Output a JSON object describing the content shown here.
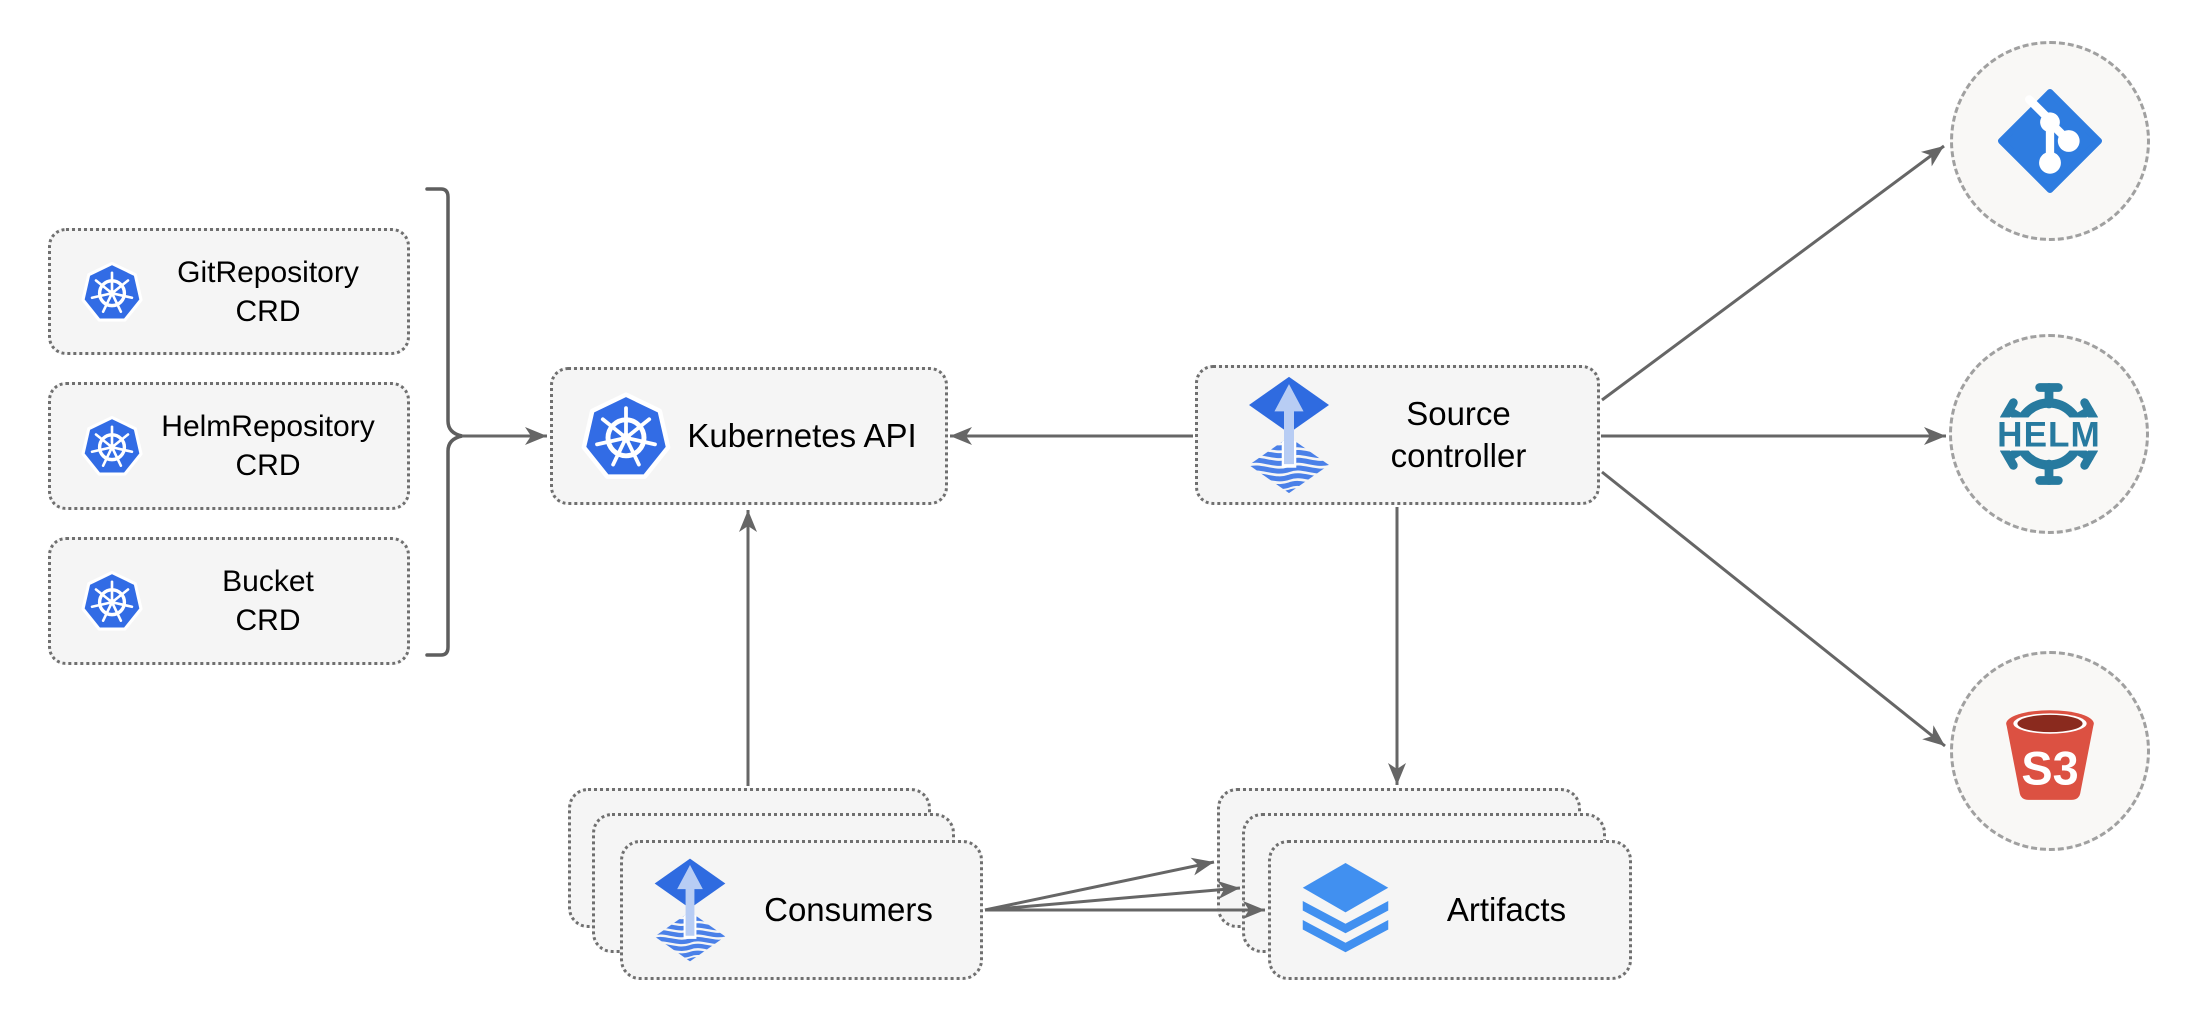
{
  "diagram": {
    "nodes": {
      "crds": [
        {
          "line1": "GitRepository",
          "line2": "CRD",
          "icon": "kubernetes-icon"
        },
        {
          "line1": "HelmRepository",
          "line2": "CRD",
          "icon": "kubernetes-icon"
        },
        {
          "line1": "Bucket",
          "line2": "CRD",
          "icon": "kubernetes-icon"
        }
      ],
      "kubernetes_api": {
        "label": "Kubernetes API",
        "icon": "kubernetes-icon"
      },
      "source_controller": {
        "line1": "Source",
        "line2": "controller",
        "icon": "flux-icon"
      },
      "consumers": {
        "label": "Consumers",
        "icon": "flux-icon",
        "stack_count": 3
      },
      "artifacts": {
        "label": "Artifacts",
        "icon": "layers-icon",
        "stack_count": 3
      },
      "externals": [
        {
          "name": "git",
          "icon": "git-icon"
        },
        {
          "name": "helm",
          "icon": "helm-icon",
          "label": "HELM"
        },
        {
          "name": "s3",
          "icon": "s3-bucket-icon",
          "label": "S3"
        }
      ]
    },
    "edges": [
      {
        "from": "crds-bracket",
        "to": "kubernetes_api"
      },
      {
        "from": "source_controller",
        "to": "kubernetes_api"
      },
      {
        "from": "consumers",
        "to": "kubernetes_api"
      },
      {
        "from": "source_controller",
        "to": "artifacts"
      },
      {
        "from": "consumers",
        "to": "artifacts",
        "count": 3
      },
      {
        "from": "source_controller",
        "to": "git"
      },
      {
        "from": "source_controller",
        "to": "helm"
      },
      {
        "from": "source_controller",
        "to": "s3"
      }
    ],
    "colors": {
      "kubernetes_blue": "#326CE5",
      "flux_blue": "#2F6BE0",
      "flux_light_arrow": "#B8CDF4",
      "flux_wave_blue": "#4A80E8",
      "git_blue": "#2E7CE0",
      "helm_teal": "#277A9F",
      "s3_red": "#DC5142",
      "s3_dark": "#8A2A1E",
      "layers_blue": "#4190F0",
      "node_fill": "#F5F5F5",
      "node_border": "#6F6F6F",
      "circle_fill": "#F9F8F6",
      "arrow_gray": "#666666",
      "text": "#000000"
    }
  }
}
